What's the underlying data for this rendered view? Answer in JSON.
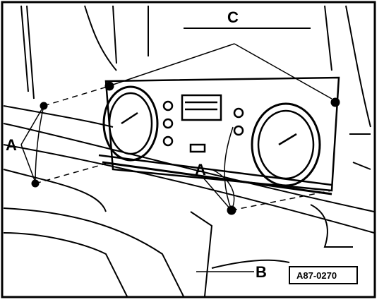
{
  "diagram": {
    "labels": {
      "a_left": "A",
      "a_center": "A",
      "b": "B",
      "c": "C"
    },
    "reference_code": "A87-0270",
    "colors": {
      "ink": "#000000",
      "paper": "#ffffff"
    }
  }
}
